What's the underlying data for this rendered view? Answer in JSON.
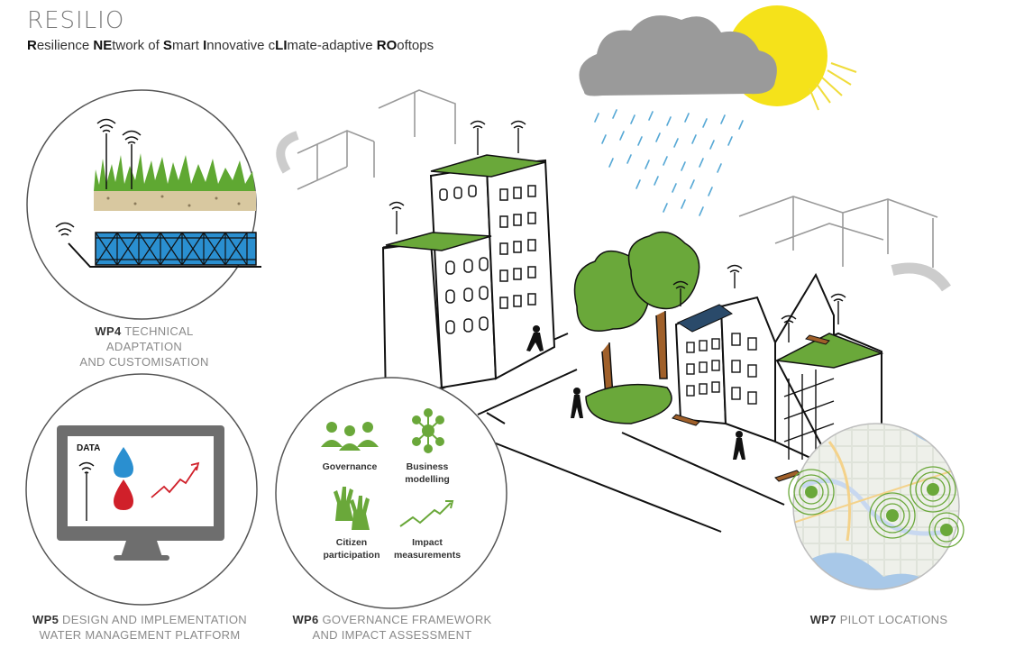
{
  "header": {
    "title": "RESILIO",
    "subtitle_parts": [
      {
        "b": "R",
        "t": "esilience "
      },
      {
        "b": "NE",
        "t": "twork of "
      },
      {
        "b": "S",
        "t": "mart "
      },
      {
        "b": "I",
        "t": "nnovative c"
      },
      {
        "b": "LI",
        "t": "mate-adaptive "
      },
      {
        "b": "RO",
        "t": "oftops"
      }
    ]
  },
  "wp4": {
    "code": "WP4",
    "line1": "TECHNICAL ADAPTATION",
    "line2": "AND CUSTOMISATION"
  },
  "wp5": {
    "code": "WP5",
    "line1": "DESIGN AND IMPLEMENTATION",
    "line2": "WATER MANAGEMENT PLATFORM",
    "screen_label": "DATA"
  },
  "wp6": {
    "code": "WP6",
    "line1": "GOVERNANCE FRAMEWORK",
    "line2": "AND IMPACT ASSESSMENT",
    "items": {
      "governance": "Governance",
      "business_1": "Business",
      "business_2": "modelling",
      "citizen_1": "Citizen",
      "citizen_2": "participation",
      "impact_1": "Impact",
      "impact_2": "measurements"
    }
  },
  "wp7": {
    "code": "WP7",
    "line1": "PILOT LOCATIONS"
  },
  "colors": {
    "green": "#6aa83a",
    "grass": "#5fa832",
    "water_blue": "#2a8fd0",
    "water_red": "#d0202a",
    "sun": "#f5e21a",
    "cloud": "#9a9a9a"
  }
}
